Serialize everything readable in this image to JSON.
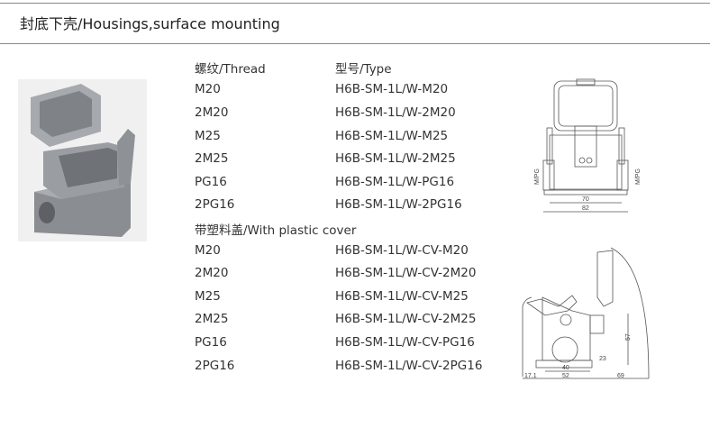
{
  "title": "封底下壳/Housings,surface mounting",
  "header": {
    "thread": "螺纹/Thread",
    "type": "型号/Type"
  },
  "rows": [
    {
      "thread": "M20",
      "type": "H6B-SM-1L/W-M20"
    },
    {
      "thread": "2M20",
      "type": "H6B-SM-1L/W-2M20"
    },
    {
      "thread": "M25",
      "type": "H6B-SM-1L/W-M25"
    },
    {
      "thread": "2M25",
      "type": "H6B-SM-1L/W-2M25"
    },
    {
      "thread": "PG16",
      "type": "H6B-SM-1L/W-PG16"
    },
    {
      "thread": "2PG16",
      "type": "H6B-SM-1L/W-2PG16"
    }
  ],
  "cover_heading": "带塑料盖/With plastic cover",
  "cover_rows": [
    {
      "thread": "M20",
      "type": "H6B-SM-1L/W-CV-M20"
    },
    {
      "thread": "2M20",
      "type": "H6B-SM-1L/W-CV-2M20"
    },
    {
      "thread": "M25",
      "type": "H6B-SM-1L/W-CV-M25"
    },
    {
      "thread": "2M25",
      "type": "H6B-SM-1L/W-CV-2M25"
    },
    {
      "thread": "PG16",
      "type": "H6B-SM-1L/W-CV-PG16"
    },
    {
      "thread": "2PG16",
      "type": "H6B-SM-1L/W-CV-2PG16"
    }
  ],
  "drawing1": {
    "d1": "70",
    "d2": "82",
    "thread_l": "M/PG",
    "thread_r": "M/PG"
  },
  "drawing2": {
    "h": "57",
    "a": "23",
    "b": "40",
    "c": "52",
    "d": "17.1",
    "e": "69"
  }
}
